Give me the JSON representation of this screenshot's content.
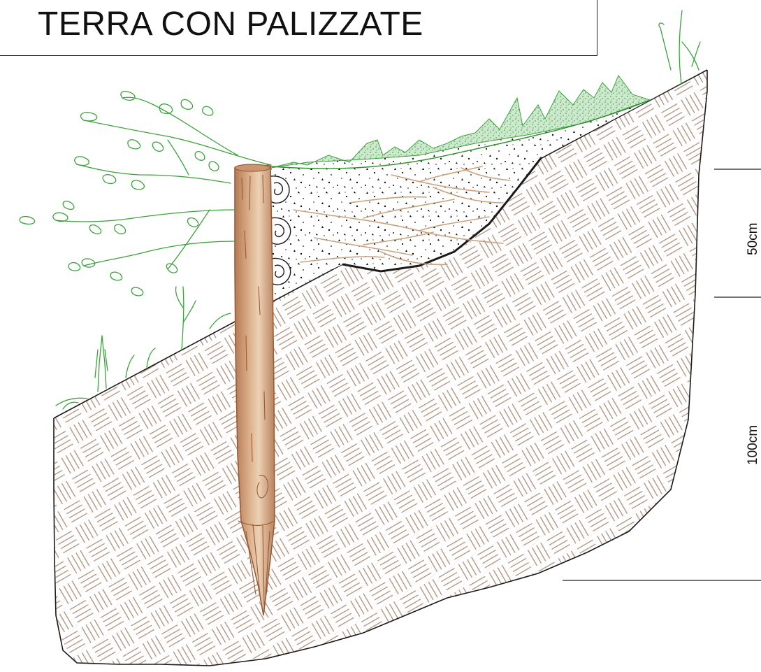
{
  "title": "TERRA  CON PALIZZATE",
  "dimensions": {
    "upper": "50cm",
    "lower": "100cm"
  },
  "colors": {
    "soil_hatch": "#a98d76",
    "outline": "#1a1a1a",
    "vegetation": "#3aa33a",
    "grass_fill": "#8cc98c",
    "stake_light": "#e3c2a2",
    "stake_dark": "#b47a55",
    "stake_outline": "#9a5a36",
    "roots": "#c9a27f",
    "fill_dots": "#111111"
  },
  "icons": [
    "stake-icon",
    "vegetation-icon",
    "log-icon"
  ]
}
